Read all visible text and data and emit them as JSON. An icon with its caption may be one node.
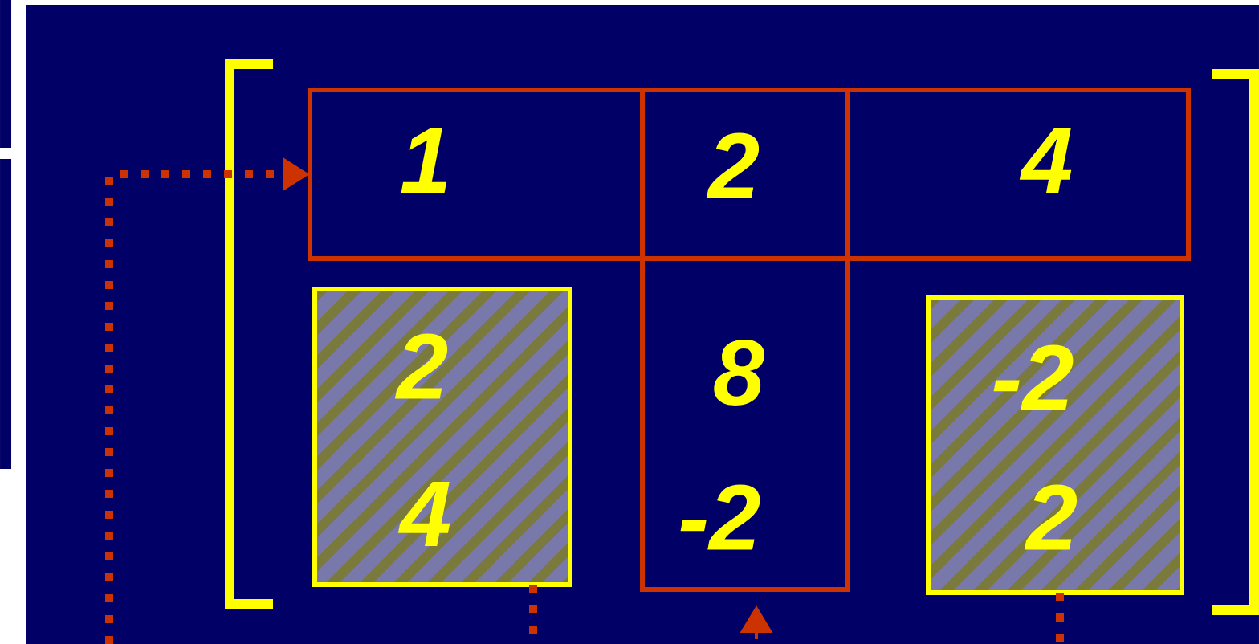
{
  "diagram": {
    "nodes": [
      {
        "text": [
          "1"
        ]
      },
      {
        "text": [
          "2"
        ]
      },
      {
        "text": [
          "4"
        ]
      },
      {
        "text": [
          "8",
          "-2"
        ]
      },
      {
        "text": [
          "2",
          "4"
        ]
      },
      {
        "text": [
          "-2",
          "2"
        ]
      }
    ],
    "edges": [
      {
        "from": null,
        "to": 0,
        "arrow": "to",
        "style": "dashed"
      },
      {
        "from": 4,
        "to": null,
        "arrow": "none",
        "style": "dashed"
      },
      {
        "from": 5,
        "to": null,
        "arrow": "none",
        "style": "dashed"
      },
      {
        "from": null,
        "to": 3,
        "arrow": "to"
      }
    ]
  }
}
